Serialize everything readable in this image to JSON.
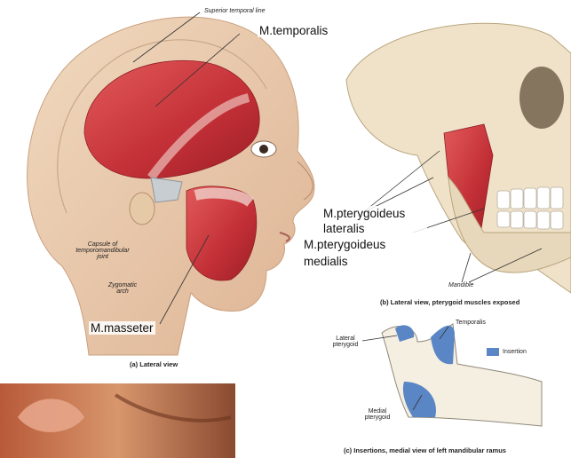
{
  "labels": {
    "temporalis": "M.temporalis",
    "pterygoideus_lateralis": "M.pterygoideus lateralis",
    "pterygoideus_medialis": "M.pterygoideus medialis",
    "masseter": "M.masseter"
  },
  "small_labels": {
    "superior_temporal_line": "Superior temporal line",
    "capsule": "Capsule of temporomandibular joint",
    "zygomatic_arch": "Zygomatic arch",
    "mandible": "Mandible",
    "temporalis_c": "Temporalis",
    "lateral_pterygoid_c": "Lateral pterygoid",
    "medial_pterygoid_c": "Medial pterygoid",
    "insertion": "Insertion"
  },
  "captions": {
    "a": "(a) Lateral view",
    "b": "(b) Lateral view, pterygoid muscles exposed",
    "c": "(c) Insertions, medial view of left mandibular ramus"
  },
  "colors": {
    "skin": "#f2d5ba",
    "bone": "#efe2c9",
    "muscle": "#c8343a",
    "insertion": "#5b86c5"
  }
}
